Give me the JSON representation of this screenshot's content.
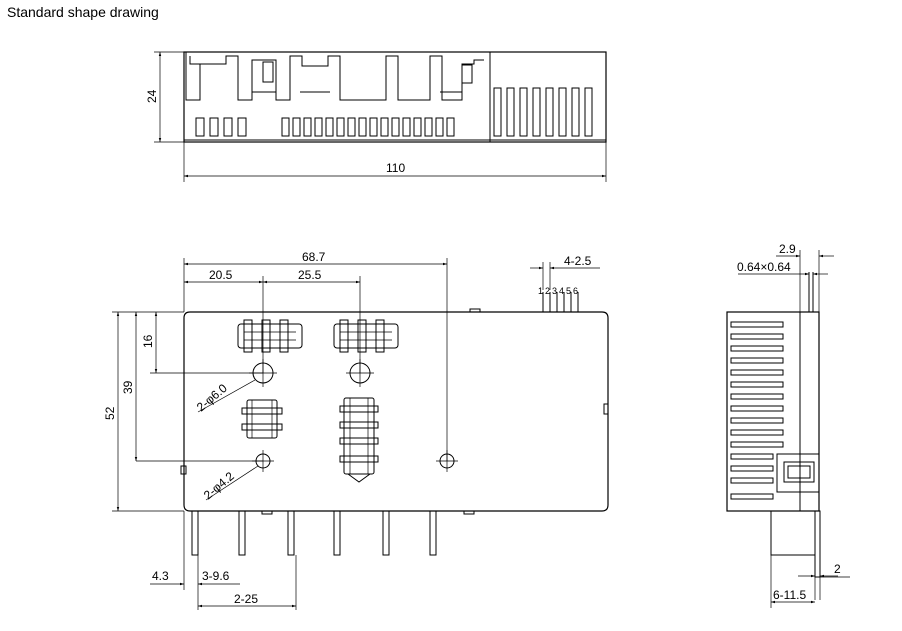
{
  "title": "Standard shape drawing",
  "top_view": {
    "height_dim": "24",
    "width_dim": "110"
  },
  "front_view": {
    "overall_width": "68.7",
    "dim_20_5": "20.5",
    "dim_25_5": "25.5",
    "dim_16": "16",
    "dim_39": "39",
    "dim_52": "52",
    "hole_large": "2-φ6.0",
    "hole_small": "2-φ4.2",
    "pin_pitch_top": "4-2.5",
    "pin_numbers": [
      "1",
      "2",
      "3",
      "4",
      "5",
      "6"
    ],
    "dim_4_3": "4.3",
    "dim_3_9_6": "3-9.6",
    "dim_2_25": "2-25"
  },
  "side_view": {
    "dim_2_9": "2.9",
    "pin_size": "0.64×0.64",
    "dim_2": "2",
    "dim_6_11_5": "6-11.5"
  }
}
